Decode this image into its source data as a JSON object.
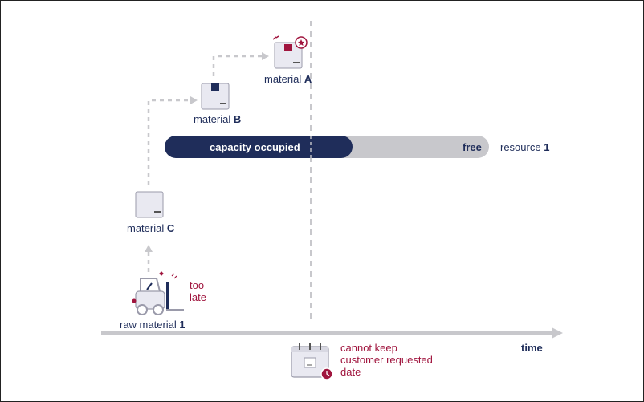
{
  "materials": {
    "a": {
      "name": "material",
      "letter": "A"
    },
    "b": {
      "name": "material",
      "letter": "B"
    },
    "c": {
      "name": "material",
      "letter": "C"
    },
    "raw": {
      "name": "raw material",
      "number": "1"
    }
  },
  "capacity": {
    "occupied_label": "capacity occupied",
    "free_label": "free",
    "occupied_fraction": 0.58,
    "resource_name": "resource",
    "resource_number": "1"
  },
  "warnings": {
    "too_late_line1": "too",
    "too_late_line2": "late",
    "customer_line1": "cannot keep",
    "customer_line2": "customer requested",
    "customer_line3": "date"
  },
  "axis": {
    "label": "time"
  },
  "colors": {
    "navy": "#1f2d5a",
    "crimson": "#a0153e",
    "gray": "#c8c8cc"
  },
  "icons": [
    "box-icon",
    "box-star-icon",
    "forklift-icon",
    "calendar-clock-icon"
  ]
}
